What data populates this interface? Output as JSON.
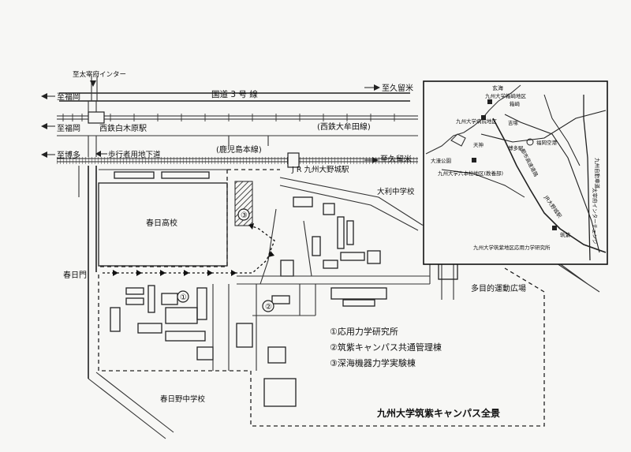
{
  "labels": {
    "dazaifu_ic": "至太宰府インター",
    "to_fukuoka_top": "至福岡",
    "national_route": "国道 3 号 線",
    "to_kurume_top": "至久留米",
    "to_fukuoka_mid": "至福岡",
    "nishitetsu_station": "西鉄白木原駅",
    "omuta_line": "(西鉄大牟田線)",
    "to_hakata": "至博多",
    "underpass": "歩行者用地下道",
    "kagoshima_line": "(鹿児島本線)",
    "jr_station": "J R 九州大野城駅",
    "to_kurume_mid": "至久留米",
    "ohtoshi_jhs": "大利中学校",
    "kasuga_hs": "春日高校",
    "kasuga_gate": "春日門",
    "sports_field": "多目的運動広場",
    "kasugano_jhs": "春日野中学校",
    "campus_title": "九州大学筑紫キャンパス全景"
  },
  "legend": [
    {
      "num": "①",
      "text": "応用力学研究所"
    },
    {
      "num": "②",
      "text": "筑紫キャンパス共通管理棟"
    },
    {
      "num": "③",
      "text": "深海機器力学実験棟"
    }
  ],
  "markers": [
    "①",
    "②",
    "③"
  ],
  "inset": {
    "labels": {
      "genkai": "玄海",
      "kyudai_hakozaki": "九州大学箱崎地区",
      "hakozaki": "箱崎",
      "kyudai_hospital": "九州大学病院地区",
      "yoshizuka": "吉塚",
      "fukuoka_airport": "福岡空港",
      "hakata_station": "博多駅",
      "tenjin": "天神",
      "ohori_park": "大濠公園",
      "ropponmatsu": "九州大学六本松地区(教養部)",
      "expressway": "九州自動車道",
      "dazaifu_ic": "太宰府インターチェンジ",
      "tsukushi": "九州大学筑紫地区応用力学研究所",
      "urban_expressway": "都市高速道路",
      "tsukushi_campus": "筑紫",
      "kasuga_station": "JR大野城駅"
    }
  }
}
